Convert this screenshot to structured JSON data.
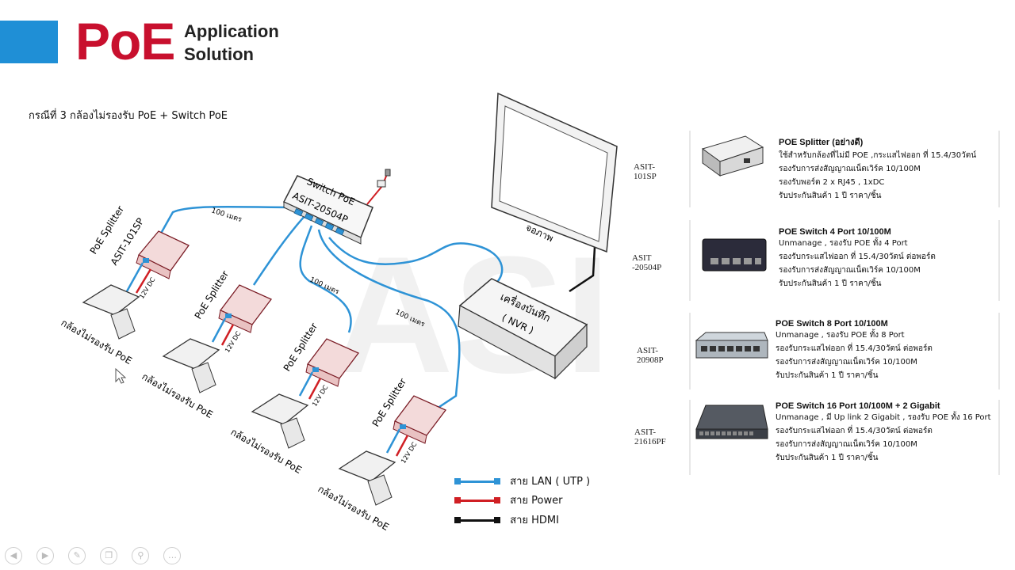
{
  "header": {
    "logo_text": "PoE",
    "subtitle_line1": "Application",
    "subtitle_line2": "Solution",
    "brand_color": "#1f8fd6",
    "logo_color": "#c8102e"
  },
  "case_title": "กรณีที่ 3 กล้องไม่รองรับ PoE + Switch PoE",
  "diagram": {
    "switch_label_1": "Switch PoE",
    "switch_label_2": "ASIT-20504P",
    "monitor_label": "จอภาพ",
    "nvr_label_1": "เครื่องบันทึก",
    "nvr_label_2": "( NVR )",
    "splitter_label": "PoE Splitter",
    "splitter_model": "ASIT-101SP",
    "dc_label": "12V DC",
    "camera_label": "กล้องไม่รองรับ PoE",
    "distance_label": "100 เมตร"
  },
  "legend": [
    {
      "label": "สาย LAN ( UTP )",
      "color": "#2e93d6"
    },
    {
      "label": "สาย Power",
      "color": "#d01f24"
    },
    {
      "label": "สาย HDMI",
      "color": "#111111"
    }
  ],
  "products": [
    {
      "code": "ASIT-101SP",
      "title": "POE Splitter  (อย่างดี)",
      "lines": [
        "ใช้สำหรับกล้องที่ไม่มี POE ,กระแสไฟออก ที่ 15.4/30วัตน์",
        "รองรับการส่งสัญญาณเน็ตเวิร์ค 10/100M",
        "รองรับพอร์ต 2 x RJ45 , 1xDC",
        "รับประกันสินค้า 1 ปี  ราคา/ชิ้น"
      ]
    },
    {
      "code": "ASIT -20504P",
      "title": "POE Switch 4 Port 10/100M",
      "lines": [
        "Unmanage , รองรับ POE ทั้ง 4 Port",
        "รองรับกระแสไฟออก ที่ 15.4/30วัตน์ ต่อพอร์ต",
        "รองรับการส่งสัญญาณเน็ตเวิร์ค 10/100M",
        "รับประกันสินค้า 1 ปี  ราคา/ชิ้น"
      ]
    },
    {
      "code": "ASIT-20908P",
      "title": "POE Switch 8 Port 10/100M",
      "lines": [
        "Unmanage , รองรับ POE ทั้ง 8 Port",
        "รองรับกระแสไฟออก ที่ 15.4/30วัตน์ ต่อพอร์ต",
        "รองรับการส่งสัญญาณเน็ตเวิร์ค 10/100M",
        "รับประกันสินค้า 1 ปี  ราคา/ชิ้น"
      ]
    },
    {
      "code": "ASIT-21616PF",
      "title": "POE Switch 16 Port 10/100M + 2 Gigabit",
      "lines": [
        "Unmanage , มี Up link 2 Gigabit , รองรับ POE ทั้ง 16 Port",
        "รองรับกระแสไฟออก ที่ 15.4/30วัตน์ ต่อพอร์ต",
        "รองรับการส่งสัญญาณเน็ตเวิร์ค 10/100M",
        "รับประกันสินค้า 1 ปี  ราคา/ชิ้น"
      ]
    }
  ],
  "nav": [
    "back-icon",
    "forward-icon",
    "pen-icon",
    "copy-icon",
    "zoom-icon",
    "more-icon"
  ]
}
